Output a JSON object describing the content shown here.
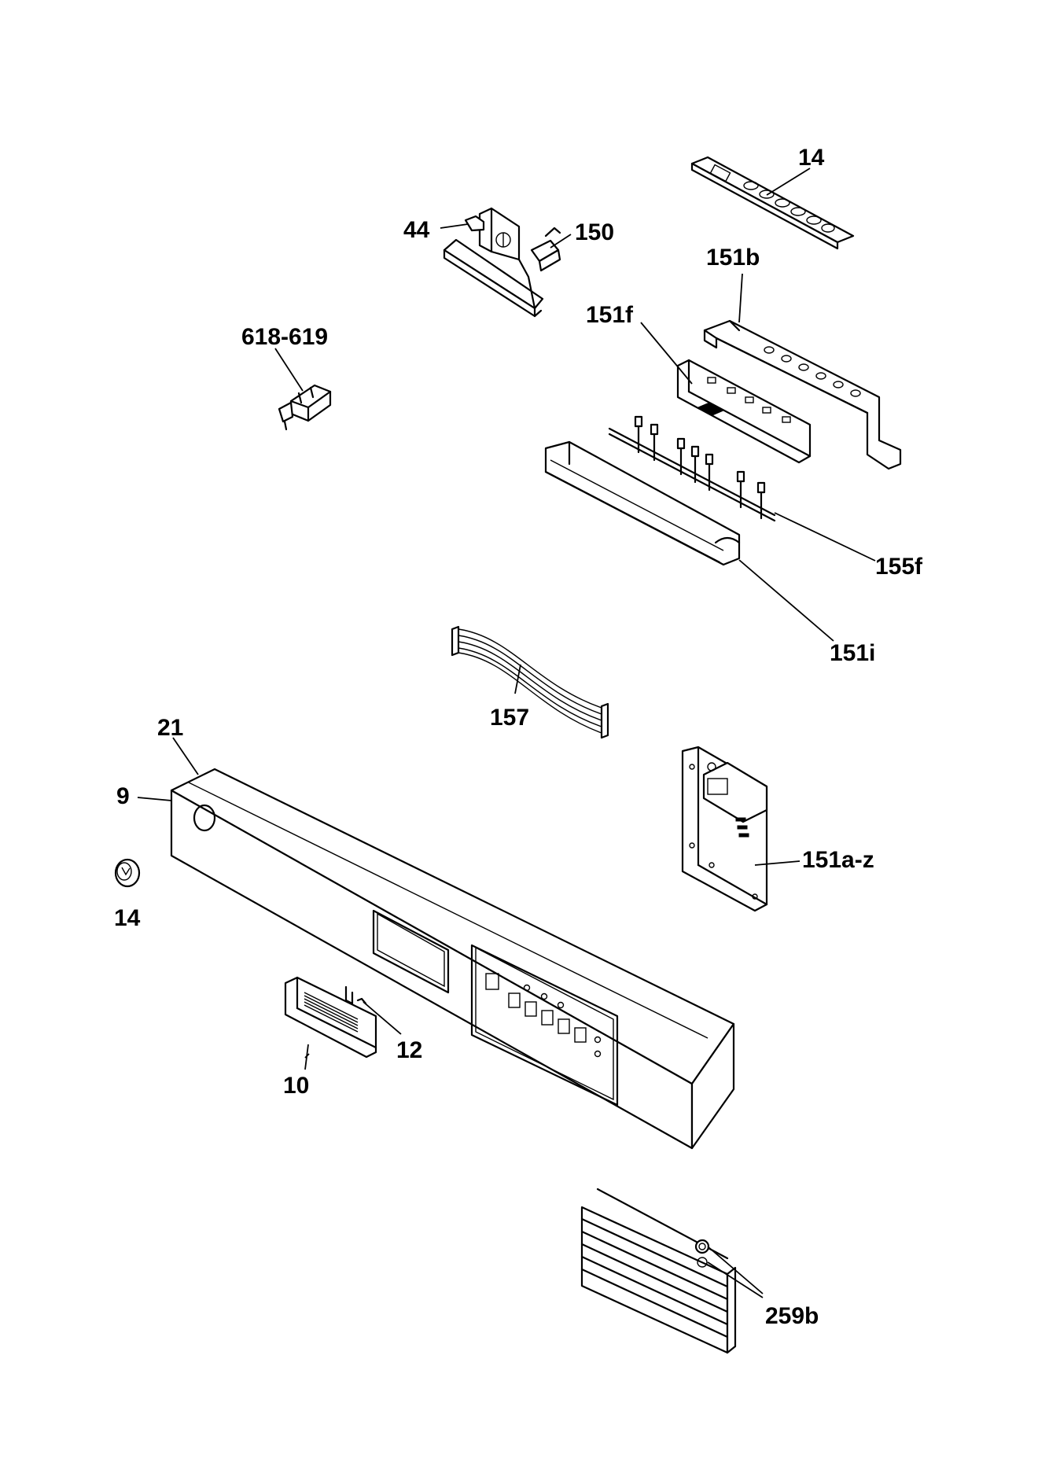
{
  "callouts": {
    "c14_top": "14",
    "c44": "44",
    "c150": "150",
    "c151b": "151b",
    "c618_619": "618-619",
    "c151f": "151f",
    "c155f": "155f",
    "c151i": "151i",
    "c21": "21",
    "c157": "157",
    "c9": "9",
    "c151a_z": "151a-z",
    "c14_bottom": "14",
    "c12": "12",
    "c10": "10",
    "c259b": "259b"
  }
}
